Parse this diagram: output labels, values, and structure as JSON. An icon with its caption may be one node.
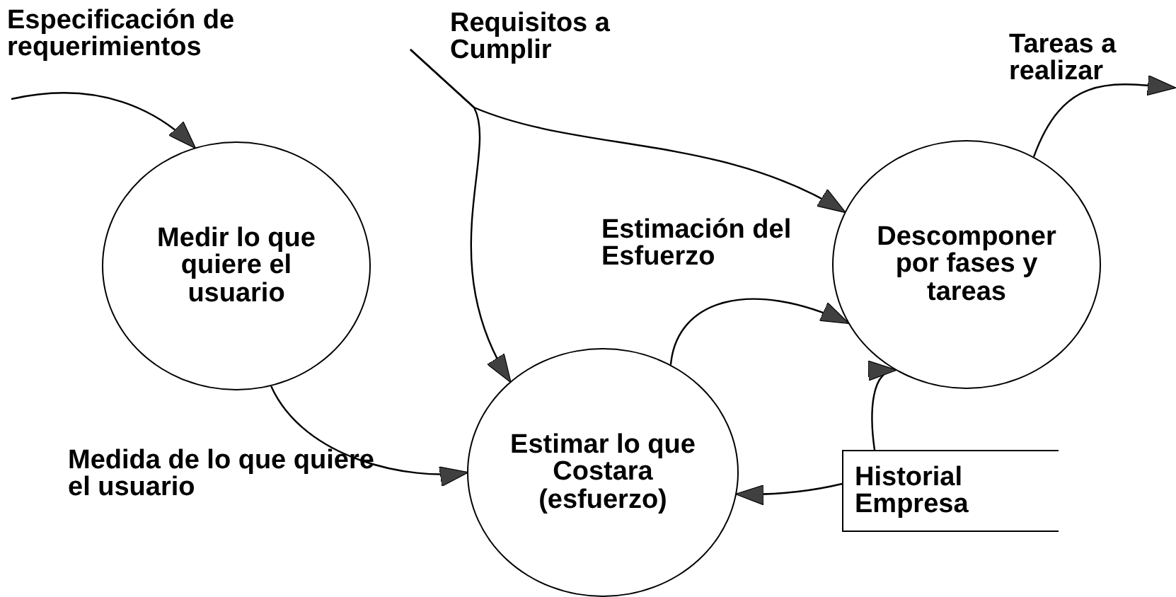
{
  "diagram": {
    "nodes": [
      {
        "text": [
          "Medir lo que quiere el usuario"
        ]
      },
      {
        "text": [
          "Estimar lo que Costara (esfuerzo)"
        ]
      },
      {
        "text": [
          "Descomponer por fases y tareas"
        ]
      },
      {
        "text": [
          "Historial Empresa"
        ]
      }
    ],
    "edges": [
      {
        "from": null,
        "to": 0,
        "arrow": "to",
        "label": "Especificación de requerimientos"
      },
      {
        "from": null,
        "to": 1,
        "arrow": "to",
        "label": "Requisitos a Cumplir"
      },
      {
        "from": null,
        "to": 2,
        "arrow": "to"
      },
      {
        "from": 0,
        "to": 1,
        "arrow": "to",
        "label": "Medida de lo que quiere el usuario"
      },
      {
        "from": 1,
        "to": 2,
        "arrow": "to",
        "label": "Estimación del Esfuerzo"
      },
      {
        "from": 3,
        "to": 1,
        "arrow": "to"
      },
      {
        "from": 3,
        "to": 2,
        "arrow": "to"
      },
      {
        "from": 2,
        "to": null,
        "arrow": "to",
        "label": "Tareas a realizar"
      }
    ]
  }
}
